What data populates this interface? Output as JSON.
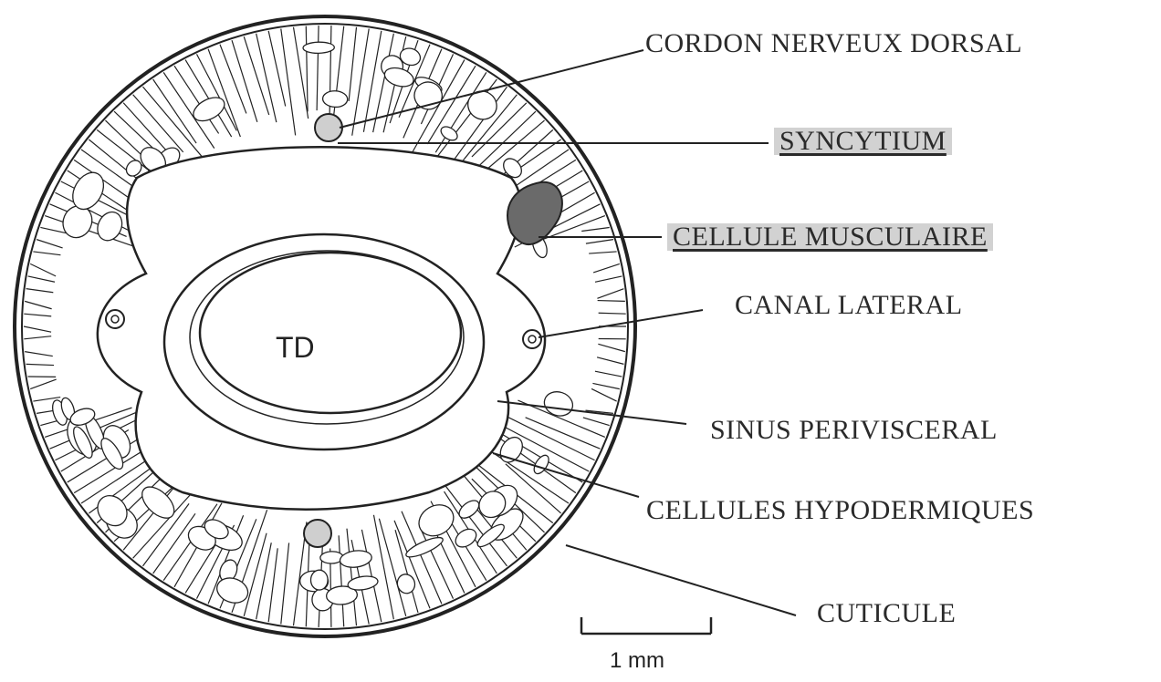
{
  "labels": {
    "cordon": "CORDON NERVEUX DORSAL",
    "syncytium": "SYNCYTIUM",
    "muscle": "CELLULE MUSCULAIRE",
    "canal": "CANAL LATERAL",
    "sinus": "SINUS PERIVISCERAL",
    "hypoderm": "CELLULES HYPODERMIQUES",
    "cuticule": "CUTICULE",
    "td": "TD"
  },
  "scale": {
    "text": "1 mm"
  },
  "colors": {
    "ink": "#222222",
    "muscle_fill": "#6a6a6a",
    "nerve_fill": "#cfcfcf",
    "label_highlight": "#d2d2d2"
  }
}
